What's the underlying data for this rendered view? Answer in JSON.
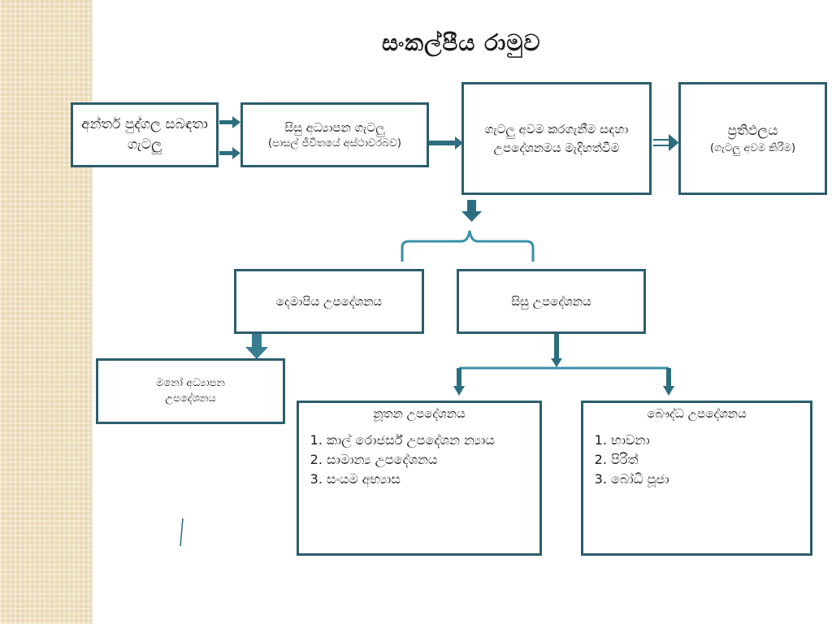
{
  "title": "සංකල්පීය රාමුව",
  "boxes": {
    "inner_problems": "අන්තර් පුද්ගල සබඳතා ගැටලු",
    "student_problems": {
      "main": "සිසු අධ්‍යාපන ගැටලු",
      "sub": "(පාසල් ජීවිතයේ අස්ථාවරබව)"
    },
    "counselling": "ගැටලු අවම කරගැනීම සඳහා උපදේශනමය මැදිහත්වීම",
    "result": {
      "main": "ප්‍රතිඵලය",
      "sub": "(ගැටලු අවම කිරීම)"
    },
    "parent_counselling": "දෙමාපිය උපදේශනය",
    "student_counselling": "සිසු උපදේශනය",
    "psych_counselling": "මනෝ අධ්‍යාපන උපදේශනය",
    "modern": {
      "heading": "නූතන උපදේශනය",
      "items": [
        "කාල් රොජර්ස් උපදේශන න්‍යාය",
        "සාමාන්‍ය උපදේශනය",
        "සංයම අභ්‍යාස"
      ]
    },
    "buddhist": {
      "heading": "බෞද්ධ උපදේශනය",
      "items": [
        "භාවනා",
        "පිරිත්",
        "බෝධි පූජා"
      ]
    }
  },
  "colors": {
    "border": "#2c5d6c",
    "arrow": "#2c6d80",
    "bracket": "#3a8fa8",
    "sidebar": "#e9d9b4"
  }
}
